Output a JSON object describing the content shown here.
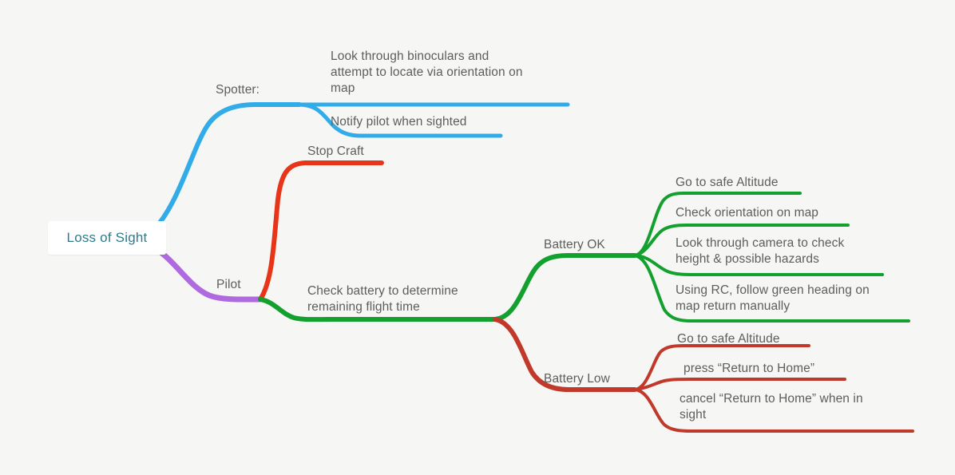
{
  "diagram": {
    "type": "mind-map",
    "title": "Loss of Sight",
    "background_color": "#f6f7f4",
    "label_color": "#5d5d5d",
    "root": {
      "label": "Loss of Sight",
      "text_color": "#2f7c8c",
      "background_color": "#ffffff"
    },
    "branches": [
      {
        "id": "spotter",
        "label": "Spotter:",
        "color": "#32ace8",
        "children": [
          {
            "id": "spotter-binoculars",
            "label": "Look through binoculars and\nattempt to locate via orientation on\nmap",
            "color": "#32ace8"
          },
          {
            "id": "spotter-notify",
            "label": "Notify pilot when sighted",
            "color": "#32ace8"
          }
        ]
      },
      {
        "id": "pilot",
        "label": "Pilot",
        "color": "#b06ae0",
        "children": [
          {
            "id": "stop-craft",
            "label": "Stop Craft",
            "color": "#e8351a",
            "children": []
          },
          {
            "id": "check-battery",
            "label": "Check battery to determine\nremaining flight time",
            "color": "#14a02e",
            "children": [
              {
                "id": "battery-ok",
                "label": "Battery OK",
                "color": "#14a02e",
                "children": [
                  {
                    "id": "ok-altitude",
                    "label": "Go to safe Altitude",
                    "color": "#14a02e"
                  },
                  {
                    "id": "ok-orientation",
                    "label": "Check orientation on map",
                    "color": "#14a02e"
                  },
                  {
                    "id": "ok-camera",
                    "label": "Look through camera to check\nheight & possible hazards",
                    "color": "#14a02e"
                  },
                  {
                    "id": "ok-rc",
                    "label": "Using RC, follow green heading on\nmap return manually",
                    "color": "#14a02e"
                  }
                ]
              },
              {
                "id": "battery-low",
                "label": "Battery Low",
                "color": "#c0392b",
                "children": [
                  {
                    "id": "low-altitude",
                    "label": "Go to safe Altitude",
                    "color": "#c0392b"
                  },
                  {
                    "id": "low-press-rth",
                    "label": "press “Return to Home”",
                    "color": "#c0392b"
                  },
                  {
                    "id": "low-cancel-rth",
                    "label": "cancel “Return to Home” when in\nsight",
                    "color": "#c0392b"
                  }
                ]
              }
            ]
          }
        ]
      }
    ]
  }
}
